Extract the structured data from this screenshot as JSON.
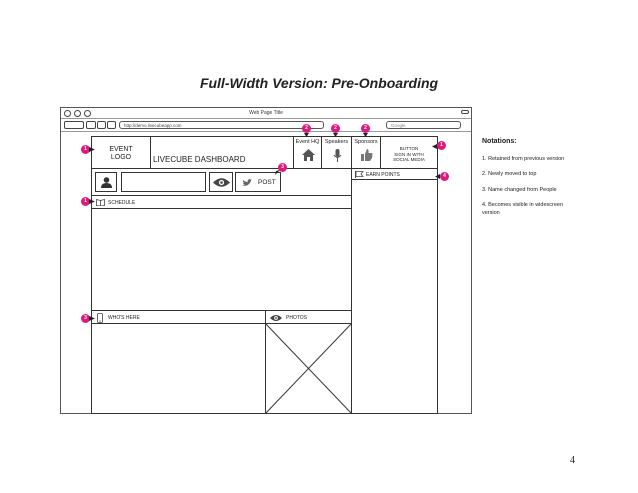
{
  "slide": {
    "title": "Full-Width Version: Pre-Onboarding",
    "page_number": "4"
  },
  "browser": {
    "window_title": "Web Page Title",
    "url": "http://demo.livecubeapp.com",
    "search_placeholder": "Google"
  },
  "header": {
    "event_logo_line1": "EVENT",
    "event_logo_line2": "LOGO",
    "dashboard_title": "LIVECUBE DASHBOARD",
    "nav": [
      {
        "label": "Event HQ",
        "icon": "house-icon"
      },
      {
        "label": "Speakers",
        "icon": "microphone-icon"
      },
      {
        "label": "Sponsors",
        "icon": "thumbs-up-icon"
      }
    ],
    "signin_line1": "BUTTON",
    "signin_line2": "SIGN IN WITH",
    "signin_line3": "SOCIAL MEDIA"
  },
  "post_bar": {
    "post_label": "POST"
  },
  "panels": {
    "earn_points": "EARN POINTS",
    "schedule": "SCHEDULE",
    "whos_here": "WHO'S HERE",
    "photos": "PHOTOS"
  },
  "badges": {
    "event_logo": "1",
    "event_hq": "2",
    "speakers": "2",
    "sponsors": "2",
    "signin": "1",
    "post": "3",
    "earn_points": "4",
    "schedule": "1",
    "whos_here": "3"
  },
  "notations": {
    "heading": "Notations:",
    "items": [
      "1. Retained from previous version",
      "2. Newly moved to top",
      "3. Name changed from People",
      "4. Becomes visible in widescreen version"
    ]
  },
  "colors": {
    "badge": "#e0187d",
    "line": "#333333"
  }
}
